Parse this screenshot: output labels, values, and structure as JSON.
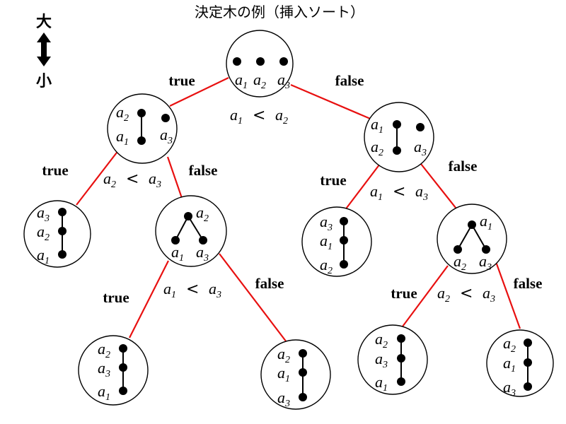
{
  "title": "決定木の例（挿入ソート）",
  "legend": {
    "top": "大",
    "bottom": "小"
  },
  "true_label": "true",
  "false_label": "false",
  "var_letter": "a",
  "less_than": "<"
}
